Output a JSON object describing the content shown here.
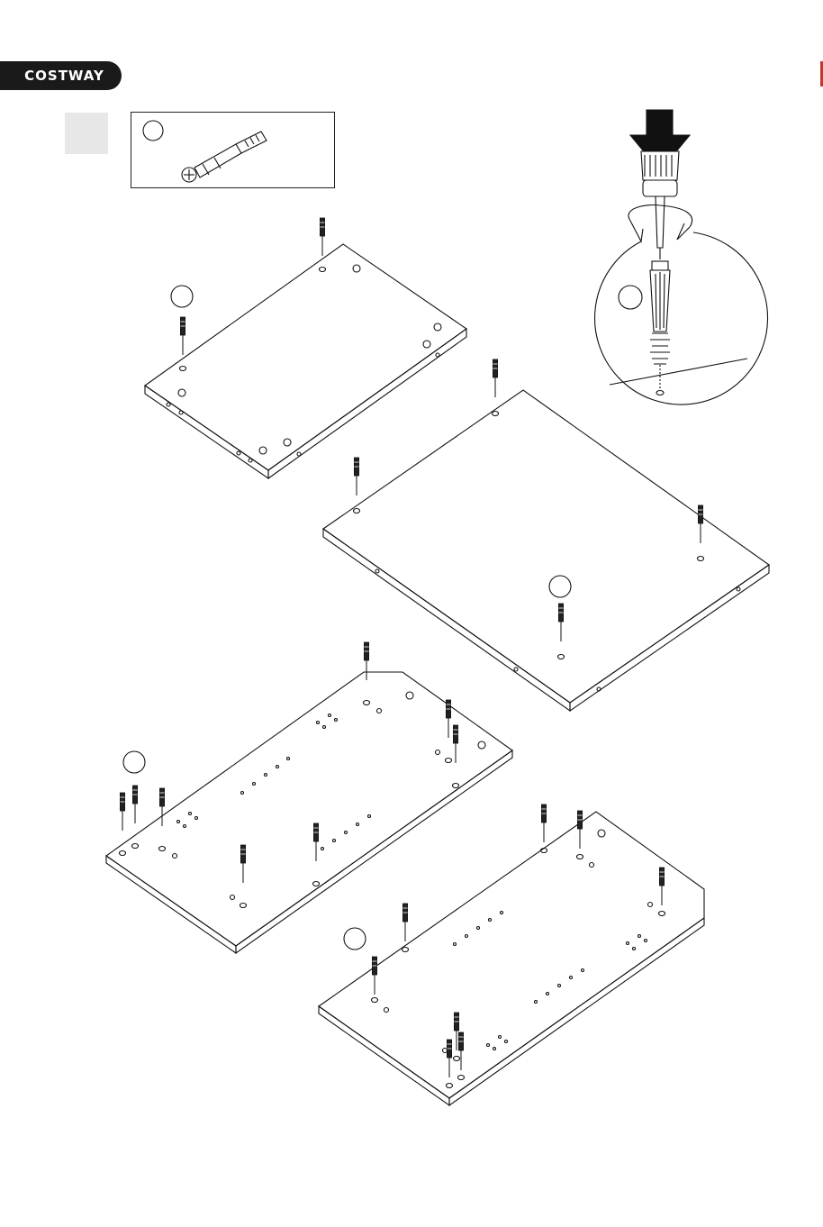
{
  "header": {
    "brand": "COSTWAY",
    "brand_color": "#1a1a1a",
    "accent_mark_color": "#c0392b"
  },
  "step": {
    "number_box": "",
    "parts_callout": {
      "icon": "cam-bolt-icon",
      "label_circle": ""
    }
  },
  "panels": [
    {
      "name": "top-panel",
      "label_circle": ""
    },
    {
      "name": "large-panel",
      "label_circle": ""
    },
    {
      "name": "side-panel-left",
      "label_circle": ""
    },
    {
      "name": "side-panel-right",
      "label_circle": ""
    }
  ],
  "detail": {
    "name": "cam-bolt-insertion-detail",
    "icon": "screwdriver-icon",
    "label_circle": ""
  }
}
